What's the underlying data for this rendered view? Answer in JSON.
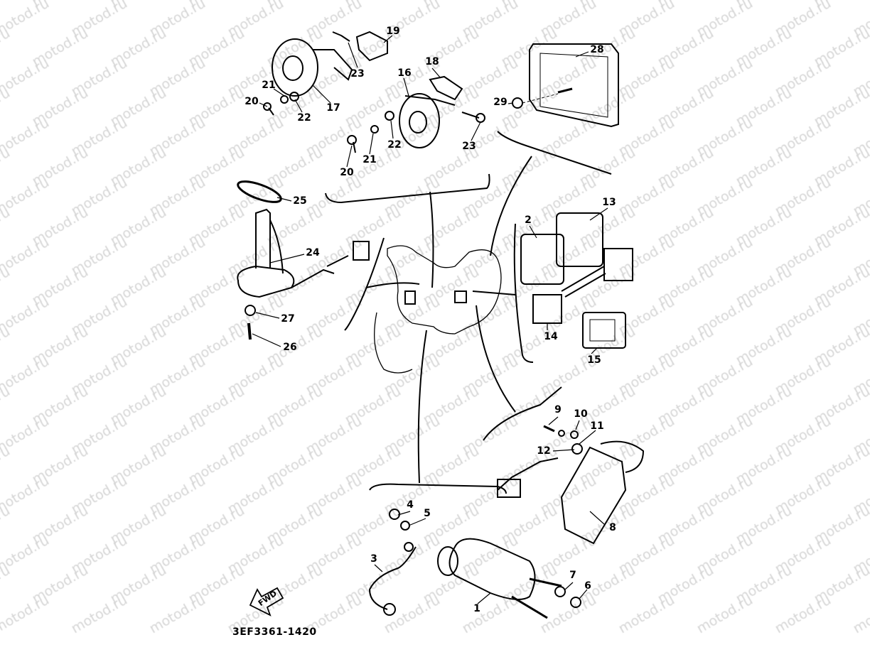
{
  "watermark": "motod.ru",
  "diagram_code": "3EF3361-1420",
  "fwd_label": "FWD",
  "callouts": [
    "19",
    "23",
    "28",
    "16",
    "18",
    "21",
    "20",
    "22",
    "17",
    "29",
    "22",
    "23",
    "21",
    "20",
    "25",
    "24",
    "27",
    "26",
    "2",
    "13",
    "14",
    "15",
    "9",
    "10",
    "11",
    "12",
    "8",
    "4",
    "5",
    "3",
    "7",
    "6",
    "1"
  ]
}
